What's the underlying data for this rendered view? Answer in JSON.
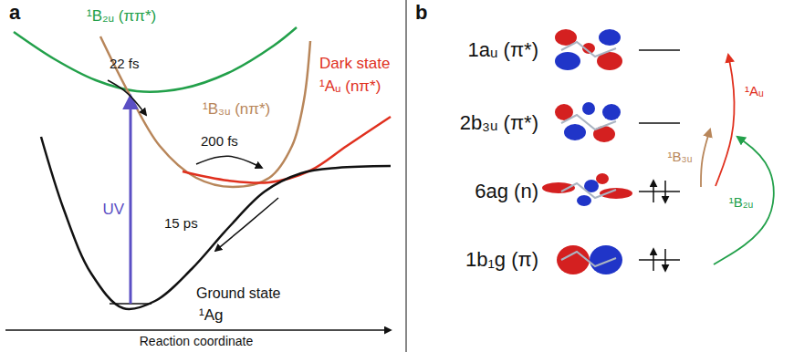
{
  "diagram": {
    "labels": [
      "a",
      "¹B₂ᵤ (ππ*)",
      "¹B₃ᵤ (nπ*)",
      "Dark state",
      "¹Aᵤ (nπ*)",
      "22 fs",
      "200 fs",
      "UV",
      "15 ps",
      "Ground state",
      "¹Ag",
      "Reaction coordinate",
      "b",
      "1aᵤ (π*)",
      "2b₃ᵤ (π*)",
      "6ag (n)",
      "1b₁g (π)",
      "¹Aᵤ",
      "¹B₃ᵤ",
      "¹B₂ᵤ"
    ]
  }
}
